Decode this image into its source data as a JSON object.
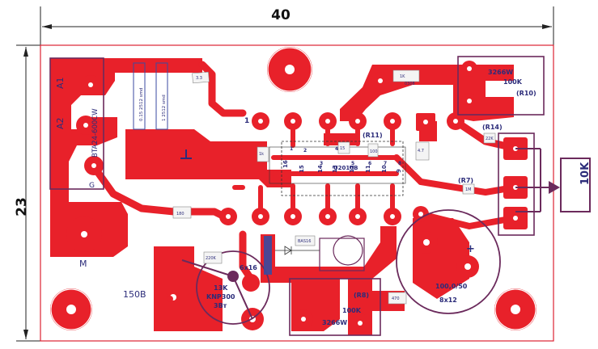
{
  "dimensions": {
    "width_label": "40",
    "height_label": "23"
  },
  "triac": {
    "terminal_a1": "A1",
    "terminal_a2": "A2",
    "terminal_g": "G",
    "part_number": "BTA24-600CW"
  },
  "resistors_top": {
    "r1_label": "0.15 2512 smd",
    "r2_label": "1 2512 smd"
  },
  "labels": {
    "pin_1": "1",
    "r11": "(R11)",
    "r14": "(R14)",
    "r7": "(R7)",
    "r10": "(R10)",
    "r8": "(R8)",
    "ic_name": "U2010B",
    "pot_top_type": "3266W",
    "pot_top_value": "100K",
    "pot_bottom_type": "3266W",
    "pot_bottom_value": "100K",
    "ext_pot_value": "10K",
    "motor": "M",
    "voltage": "150B",
    "power_res_value": "13K",
    "power_res_type": "KNP300",
    "power_res_power": "3Вт",
    "power_res_size": "6x16",
    "cap_value": "100,0/50",
    "cap_size": "8x12",
    "cap_plus": "+"
  },
  "ic_pins": {
    "top": [
      "16",
      "15",
      "14",
      "13",
      "12",
      "11",
      "10",
      "9"
    ],
    "bottom": [
      "1",
      "2",
      "3",
      "4",
      "5",
      "6",
      "7",
      "8"
    ]
  },
  "small_parts": {
    "r_top_right": "1K",
    "r_top_right_sub": "0308",
    "r_left_top": "3.3",
    "r_mid": "1k",
    "r_4_7": "4.7",
    "r_7": "1M",
    "r_14": "22K",
    "r_bottom": "470",
    "r_22k_bottom": "220K",
    "diode": "BAS16",
    "r_mid2": "15",
    "r_mid3": "100",
    "r_mid4": "180"
  }
}
